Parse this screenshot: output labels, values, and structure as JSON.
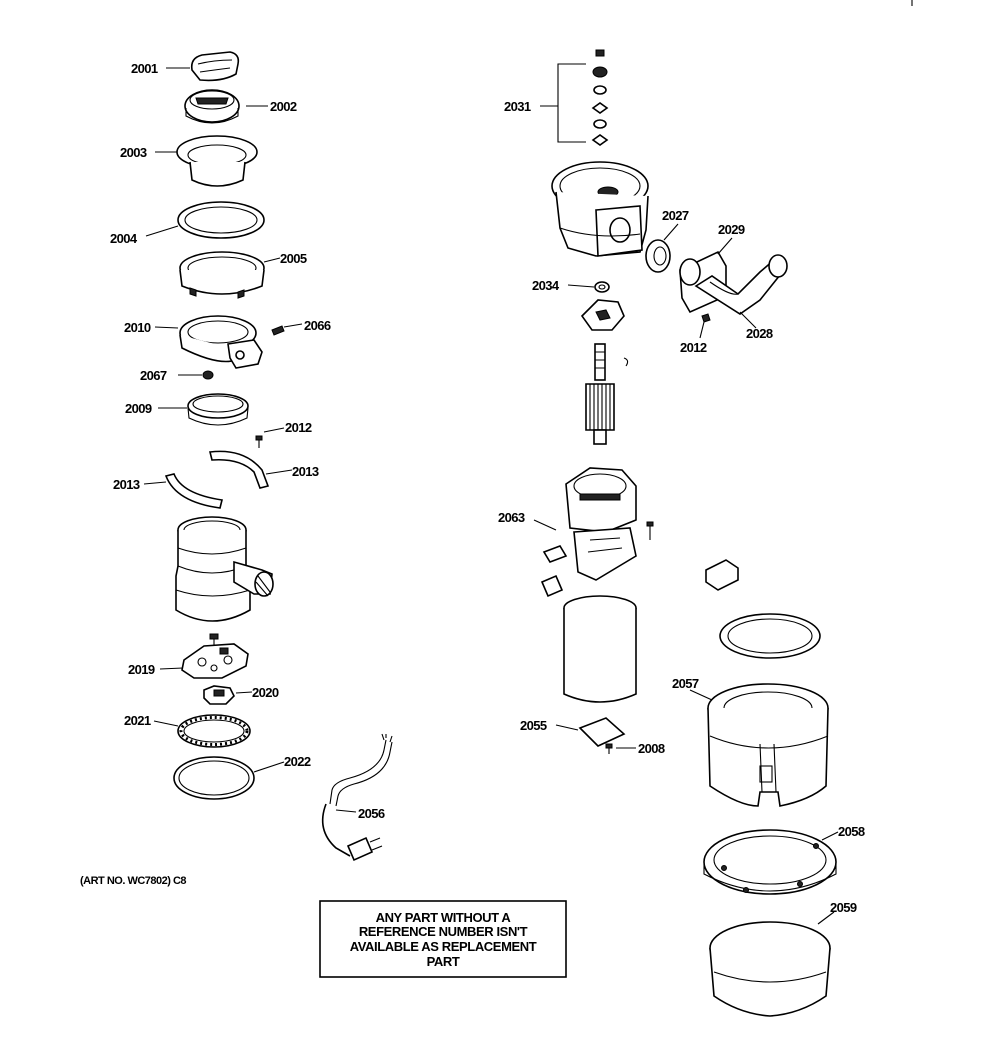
{
  "labels": {
    "p2001": "2001",
    "p2002": "2002",
    "p2003": "2003",
    "p2004": "2004",
    "p2005": "2005",
    "p2010": "2010",
    "p2066": "2066",
    "p2067": "2067",
    "p2009": "2009",
    "p2012a": "2012",
    "p2013a": "2013",
    "p2013b": "2013",
    "p2019": "2019",
    "p2020": "2020",
    "p2021": "2021",
    "p2022": "2022",
    "p2056": "2056",
    "p2031": "2031",
    "p2027": "2027",
    "p2029": "2029",
    "p2034": "2034",
    "p2012b": "2012",
    "p2028": "2028",
    "p2063": "2063",
    "p2057": "2057",
    "p2055": "2055",
    "p2008": "2008",
    "p2058": "2058",
    "p2059": "2059"
  },
  "art_number": "(ART NO. WC7802) C8",
  "note_lines": [
    "ANY PART WITHOUT A",
    "REFERENCE NUMBER ISN'T",
    "AVAILABLE AS REPLACEMENT",
    "PART"
  ]
}
